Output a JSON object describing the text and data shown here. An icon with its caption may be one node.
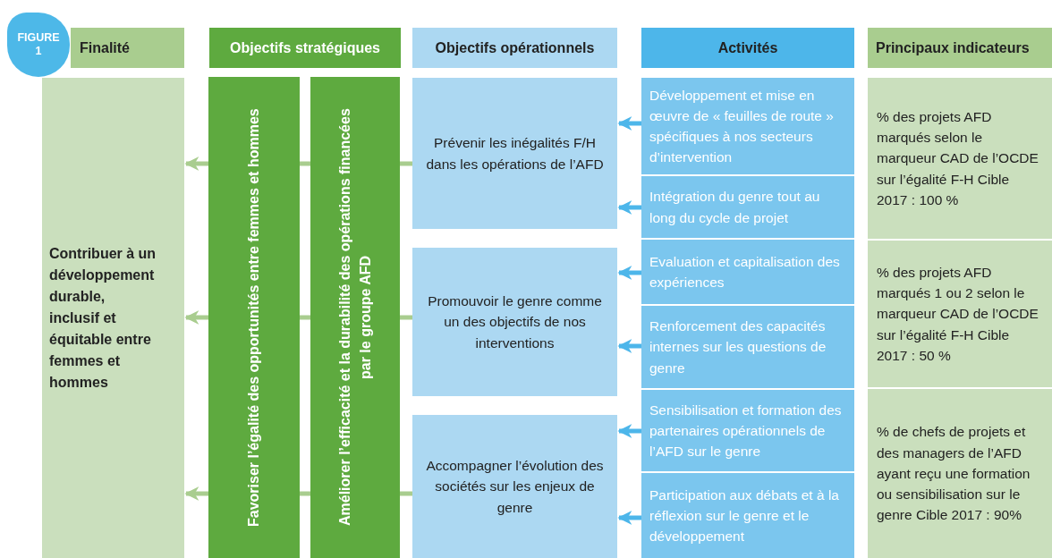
{
  "diagram": {
    "nodes": [
      {
        "text": [
          "FIGURE 1"
        ]
      },
      {
        "text": [
          "Finalité"
        ]
      },
      {
        "text": [
          "Objectifs stratégiques"
        ]
      },
      {
        "text": [
          "Objectifs opérationnels"
        ]
      },
      {
        "text": [
          "Activités"
        ]
      },
      {
        "text": [
          "Principaux indicateurs"
        ]
      },
      {
        "text": [
          "Contribuer à un développement durable, inclusif et équitable entre femmes et hommes"
        ]
      },
      {
        "text": [
          "Favoriser l’égalité des opportunités entre femmes et hommes"
        ]
      },
      {
        "text": [
          "Améliorer l’efficacité et la durabilité des opérations financées par le groupe AFD"
        ]
      },
      {
        "text": [
          "Prévenir les inégalités F/H dans les opérations de l’AFD"
        ]
      },
      {
        "text": [
          "Promouvoir le genre comme un des objectifs de nos interventions"
        ]
      },
      {
        "text": [
          "Accompagner l’évolution des sociétés sur les enjeux de genre"
        ]
      },
      {
        "text": [
          "Développement et mise en œuvre de « feuilles de route » spécifiques à nos secteurs d’intervention"
        ]
      },
      {
        "text": [
          "Intégration du genre tout au long du cycle de projet"
        ]
      },
      {
        "text": [
          "Evaluation et capitalisation des expériences"
        ]
      },
      {
        "text": [
          "Renforcement des capacités internes sur les questions de genre"
        ]
      },
      {
        "text": [
          "Sensibilisation et formation des partenaires opérationnels de l’AFD sur le genre"
        ]
      },
      {
        "text": [
          "Participation aux débats et à la réflexion sur le genre et le développement"
        ]
      },
      {
        "text": [
          "% des projets AFD marqués selon le marqueur CAD de l’OCDE sur l’égalité F-H Cible 2017 : 100 %"
        ]
      },
      {
        "text": [
          "% des projets AFD marqués 1 ou 2 selon le marqueur CAD de l’OCDE sur l’égalité F-H Cible 2017 : 50 %"
        ]
      },
      {
        "text": [
          "% de chefs de projets et des managers de l’AFD ayant reçu une formation ou sensibilisation sur le genre Cible 2017 : 90%"
        ]
      }
    ],
    "edges": [
      {
        "from": 12,
        "to": 9,
        "arrow": "to",
        "color": "#4db6ea"
      },
      {
        "from": 13,
        "to": 9,
        "arrow": "to",
        "color": "#4db6ea"
      },
      {
        "from": 14,
        "to": 10,
        "arrow": "to",
        "color": "#4db6ea"
      },
      {
        "from": 15,
        "to": 10,
        "arrow": "to",
        "color": "#4db6ea"
      },
      {
        "from": 16,
        "to": 11,
        "arrow": "to",
        "color": "#4db6ea"
      },
      {
        "from": 17,
        "to": 11,
        "arrow": "to",
        "color": "#4db6ea"
      },
      {
        "from": 9,
        "to": 8,
        "arrow": "none"
      },
      {
        "from": 10,
        "to": 8,
        "arrow": "none"
      },
      {
        "from": 11,
        "to": 8,
        "arrow": "none"
      },
      {
        "from": 8,
        "to": 7,
        "arrow": "none"
      },
      {
        "from": 8,
        "to": 7,
        "arrow": "none"
      },
      {
        "from": 8,
        "to": 7,
        "arrow": "none"
      },
      {
        "from": 7,
        "to": 6,
        "arrow": "to"
      },
      {
        "from": 7,
        "to": 6,
        "arrow": "to"
      },
      {
        "from": 7,
        "to": 6,
        "arrow": "to"
      }
    ]
  }
}
